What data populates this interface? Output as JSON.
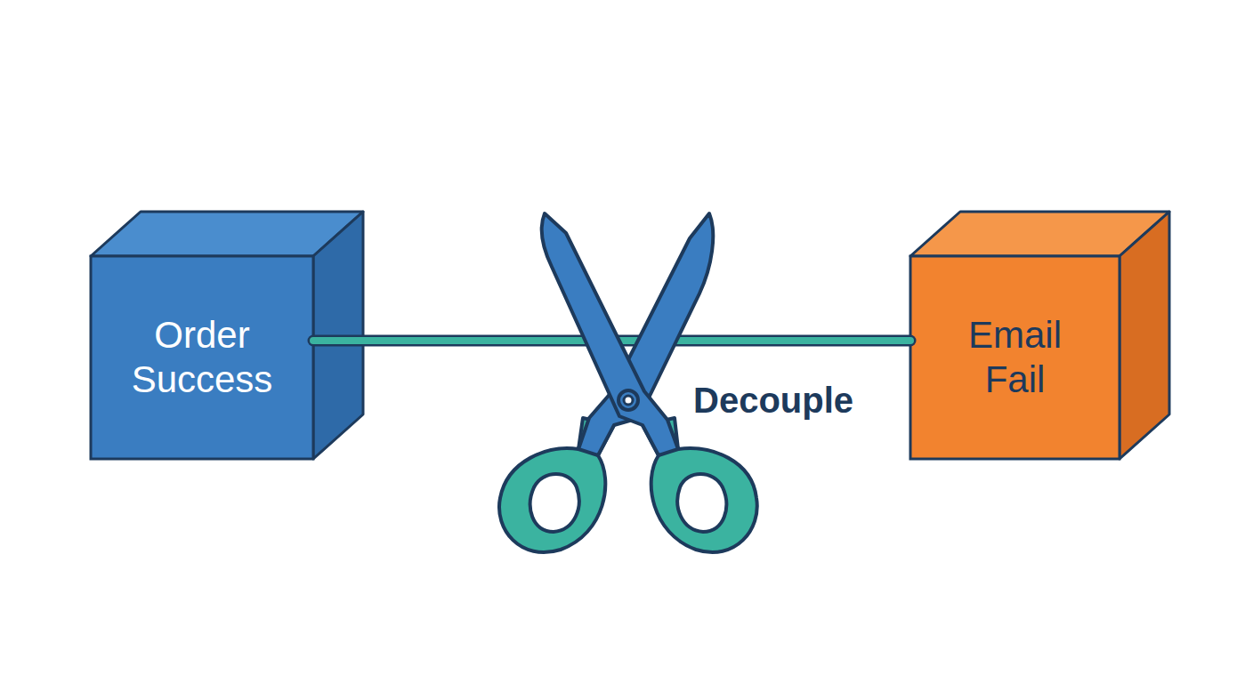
{
  "diagram": {
    "nodes": [
      {
        "text": [
          "Order Success"
        ]
      },
      {
        "text": [
          "Email Fail"
        ]
      }
    ],
    "edges": [
      {
        "from": 0,
        "to": 1,
        "arrow": "none"
      }
    ],
    "labels": [
      "Decouple"
    ]
  }
}
